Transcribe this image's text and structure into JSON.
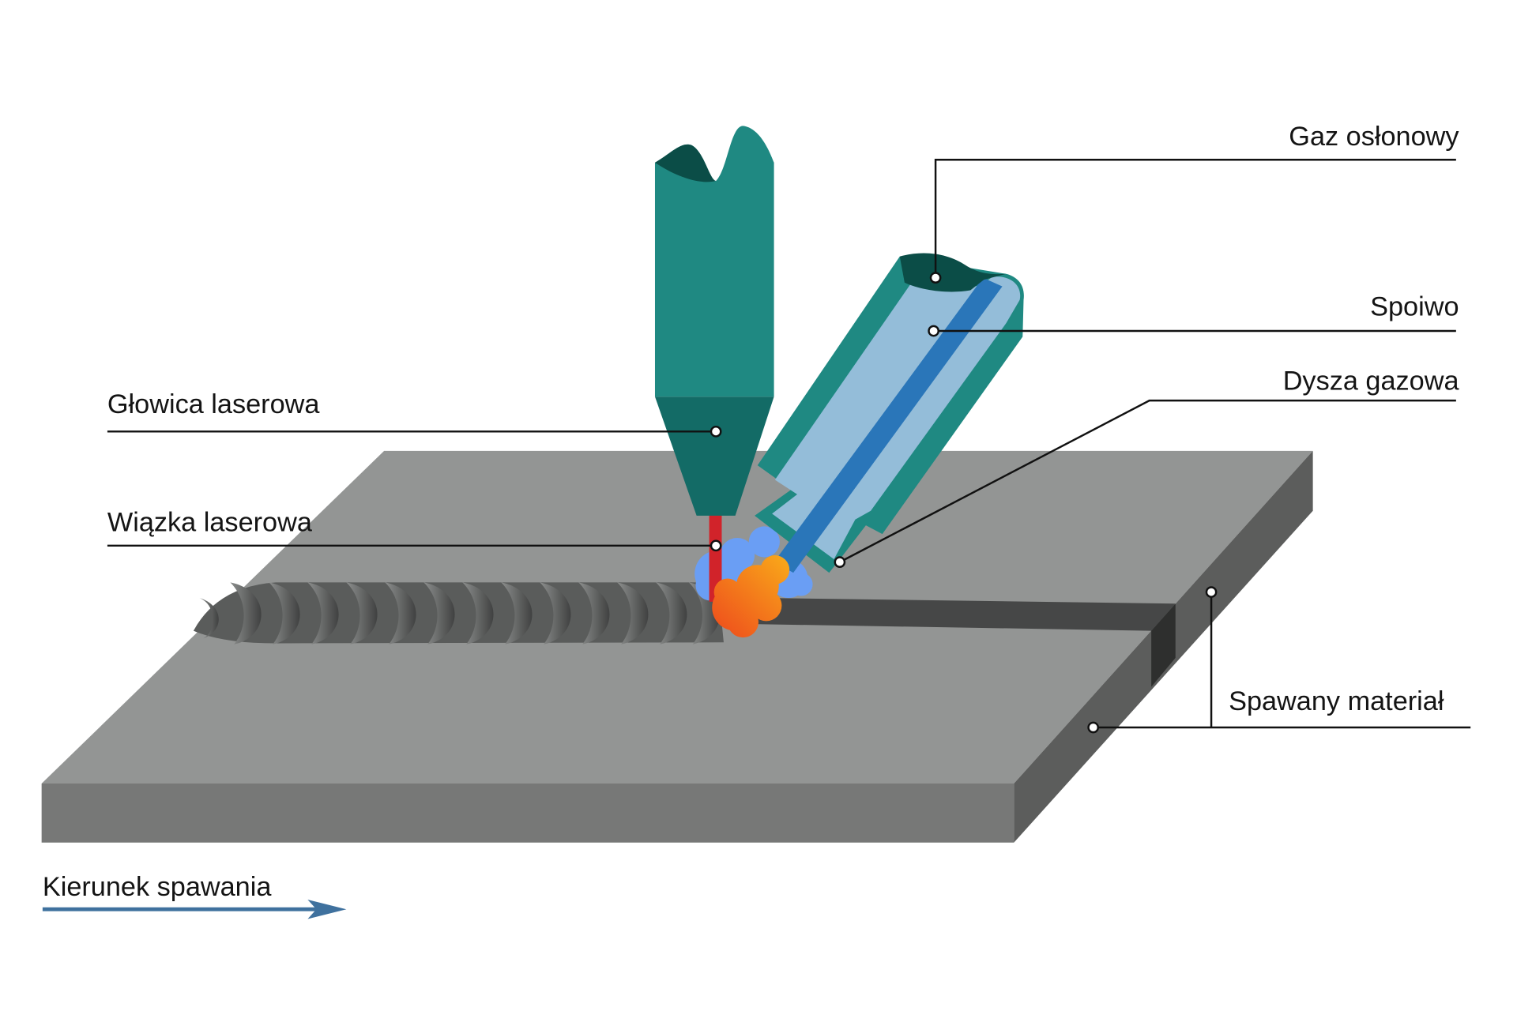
{
  "labels": {
    "shielding_gas": "Gaz osłonowy",
    "filler": "Spoiwo",
    "gas_nozzle": "Dysza gazowa",
    "laser_head": "Głowica laserowa",
    "laser_beam": "Wiązka laserowa",
    "welded_material": "Spawany materiał",
    "welding_direction": "Kierunek spawania"
  },
  "colors": {
    "plate_top": "#939594",
    "plate_front": "#777877",
    "plate_side": "#5c5d5c",
    "groove": "#464747",
    "groove_side": "#2e2f2e",
    "bead_base": "#5a5c5b",
    "head_body": "#1f8982",
    "head_cone": "#136b66",
    "head_cap": "#0b4d47",
    "torch_outer": "#1f8982",
    "torch_inner": "#94bdd9",
    "torch_core": "#2a76b9",
    "torch_cap": "#0b4d47",
    "laser_beam": "#d1232a",
    "gas_plume": "#6a9ef4",
    "arrow": "#3f719e"
  }
}
